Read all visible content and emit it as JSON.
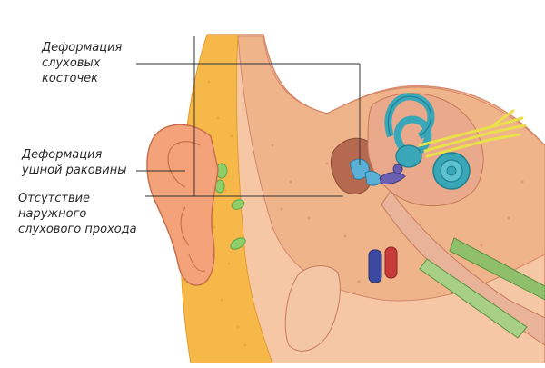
{
  "labels": {
    "ossicles": [
      "Деформация",
      "слуховых",
      "косточек"
    ],
    "auricle": [
      "Деформация",
      "ушной раковины"
    ],
    "canal": [
      "Отсутствие",
      "наружного",
      "слухового прохода"
    ]
  },
  "colors": {
    "skin_outer": "#f4a27a",
    "skin_inner": "#f6c2a0",
    "fat": "#f7b84a",
    "bone": "#f0b48a",
    "canal": "#e99a7a",
    "labyrinth": "#3aa7b8",
    "labyrinth_dark": "#1e7f91",
    "nerve": "#e9e04a",
    "ossicle": "#6a5fb0",
    "ossicle_light": "#5bb0d8",
    "tube": "#8fbf6a",
    "vein": "#3b4aa0",
    "artery": "#c63a3a",
    "line": "#333333"
  }
}
